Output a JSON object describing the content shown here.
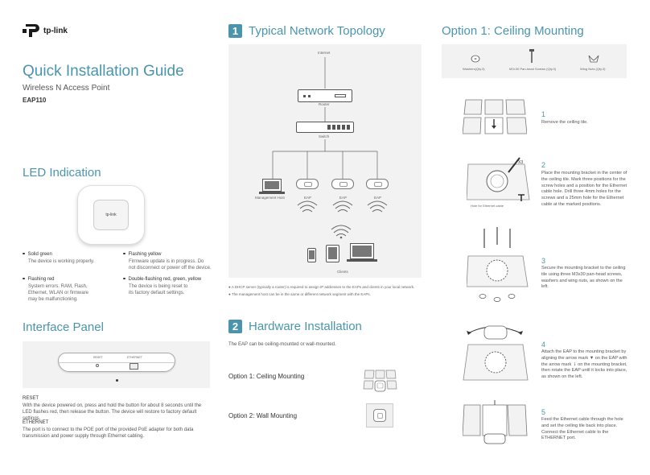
{
  "brand": {
    "logo_text": "tp-link",
    "logo_color": "#1a1a1a"
  },
  "colors": {
    "accent": "#4a95ad",
    "panel_bg": "#f2f2f2"
  },
  "left": {
    "title": "Quick Installation Guide",
    "subtitle": "Wireless N Access Point",
    "model": "EAP110",
    "led_heading": "LED  Indication",
    "device_label": "tp-link",
    "led_items": [
      {
        "title": "Solid green",
        "desc": "The device is working properly."
      },
      {
        "title": "Flashing yellow",
        "desc": "Firmware update is in progress. Do not disconnect or power off the device."
      },
      {
        "title": "Flashing red",
        "desc": "System errors. RAM, Flash, Ethernet, WLAN or firmware may be malfunctioning."
      },
      {
        "title": "Double-flashing red, green, yellow",
        "desc": "The device is being reset to its factory default settings."
      }
    ],
    "interface_heading": "Interface Panel",
    "port_labels": {
      "reset": "RESET",
      "ethernet": "ETHERNET"
    },
    "reset_title": "RESET",
    "reset_desc": "With the device powered on, press and hold the button for about 8 seconds until the LED flashes red, then release the button. The device will restore to factory default settings.",
    "ethernet_title": "ETHERNET",
    "ethernet_desc": "The port is to connect to the POE port of the provided PoE adapter for both data transmission and power supply through Ethernet cabling."
  },
  "middle": {
    "sec1_num": "1",
    "sec1_title": "Typical Network Topology",
    "topology": {
      "internet": "Internet",
      "router": "Router",
      "switch": "Switch",
      "mgmt_host": "Management Host",
      "eap": "EAP",
      "clients": "Clients"
    },
    "notes": [
      "A DHCP server (typically a router) is required to assign IP addresses to the EAPs and clients in your local network.",
      "The management host can be in the same or different network segment with the EAPs."
    ],
    "sec2_num": "2",
    "sec2_title": "Hardware Installation",
    "hw_intro": "The EAP can be ceiling-mounted or wall-mounted.",
    "opt1": "Option 1: Ceiling Mounting",
    "opt2": "Option 2:  Wall Mounting"
  },
  "right": {
    "title": "Option 1: Ceiling Mounting",
    "parts": [
      {
        "label": "Washers(Qty.3)",
        "icon": "washer-icon"
      },
      {
        "label": "M3×30 Pan-head Screws (Qty.3)",
        "icon": "screw-icon"
      },
      {
        "label": "Wing Nuts (Qty.3)",
        "icon": "wing-nut-icon"
      }
    ],
    "steps": [
      {
        "num": "1",
        "text": "Remove the ceiling tile."
      },
      {
        "num": "2",
        "text": "Place the mounting bracket in the center of the ceiling tile. Mark three positions for the screw holes and a position for the Ethernet cable hole. Drill three 4mm holes for the screws and a 25mm hole for the Ethernet cable at the marked positions."
      },
      {
        "num": "3",
        "text": "Secure the mounting bracket to the ceiling tile using three M3x30 pan-head screws, washers and wing nuts, as shown on the left."
      },
      {
        "num": "4",
        "text": "Attach the EAP to the mounting bracket by aligning the arrow mark ▼ on the EAP with the arrow mark ⇂ on the mounting bracket, then rotate the EAP until it locks into place, as shown on the left."
      },
      {
        "num": "5",
        "text": "Feed the Ethernet cable through the hole and set the ceiling tile back into place. Connect the Ethernet cable to the ETHERNET port."
      }
    ],
    "hole_label": "Hole for Ethernet cable",
    "x3_label": "X3"
  }
}
